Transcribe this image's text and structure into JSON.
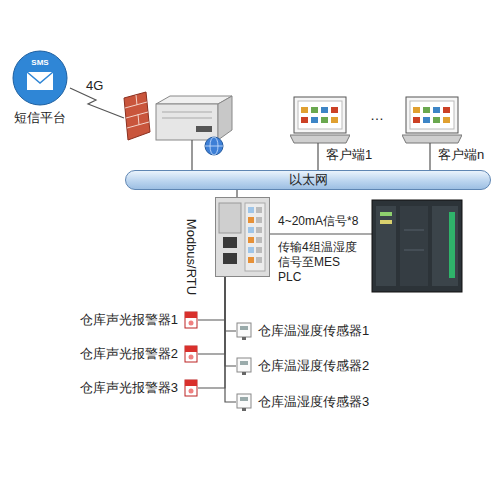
{
  "diagram": {
    "nodes": [
      {
        "text": [
          "短信平台"
        ]
      },
      {
        "text": [
          "客户端1"
        ]
      },
      {
        "text": [
          "客户端n"
        ]
      },
      {
        "text": [
          "以太网"
        ]
      },
      {
        "text": [
          "Modbus/RTU"
        ]
      },
      {
        "text": [
          "仓库声光报警器1"
        ]
      },
      {
        "text": [
          "仓库声光报警器2"
        ]
      },
      {
        "text": [
          "仓库声光报警器3"
        ]
      },
      {
        "text": [
          "仓库温湿度传感器1"
        ]
      },
      {
        "text": [
          "仓库温湿度传感器2"
        ]
      },
      {
        "text": [
          "仓库温湿度传感器3"
        ]
      }
    ],
    "edges": [
      {
        "from": 1,
        "to": 3,
        "arrow": "none"
      },
      {
        "from": 2,
        "to": 3,
        "arrow": "none"
      },
      {
        "from": 3,
        "to": 4,
        "arrow": "none"
      },
      {
        "from": 4,
        "to": 5,
        "arrow": "none"
      },
      {
        "from": 4,
        "to": 6,
        "arrow": "none"
      },
      {
        "from": 4,
        "to": 7,
        "arrow": "none"
      },
      {
        "from": 4,
        "to": 8,
        "arrow": "none"
      },
      {
        "from": 4,
        "to": 9,
        "arrow": "none"
      },
      {
        "from": 4,
        "to": 10,
        "arrow": "none"
      }
    ],
    "labels": [
      "SMS",
      "4G",
      "…",
      "4~20mA信号*8",
      "传输4组温湿度信号至MES PLC"
    ]
  }
}
